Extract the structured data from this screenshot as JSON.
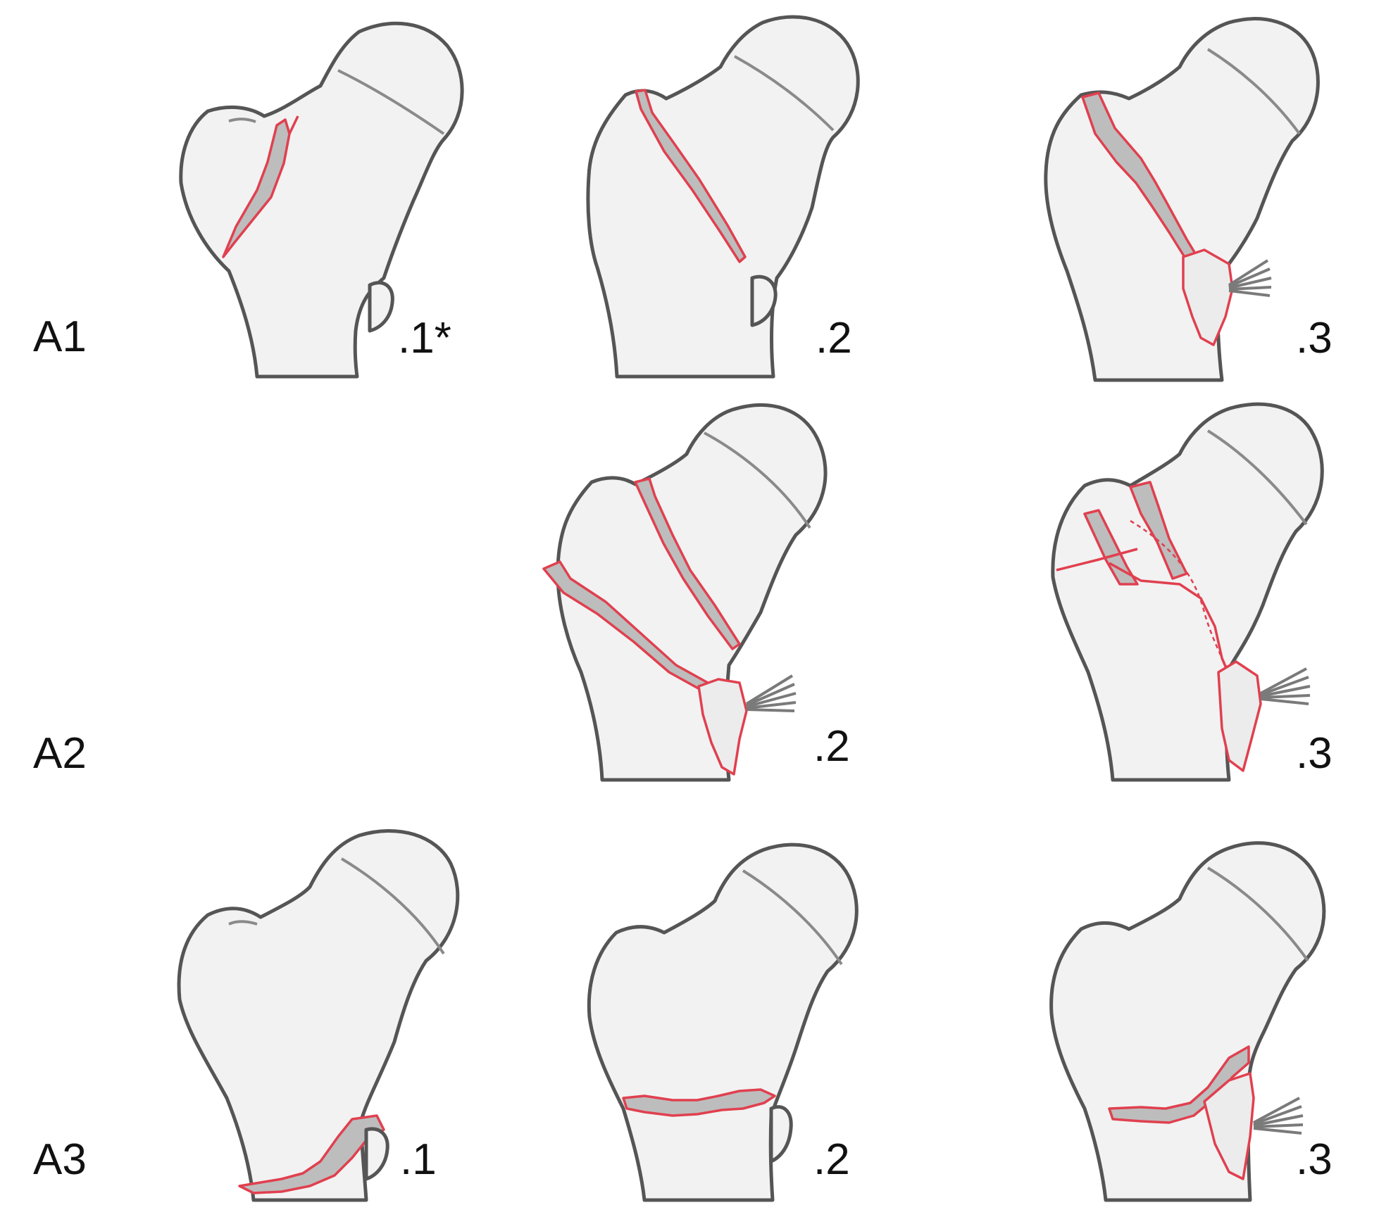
{
  "rows": [
    {
      "label": "A1",
      "subtypes": [
        ".1*",
        ".2",
        ".3"
      ]
    },
    {
      "label": "A2",
      "subtypes": [
        ".2",
        ".3"
      ]
    },
    {
      "label": "A3",
      "subtypes": [
        ".1",
        ".2",
        ".3"
      ]
    }
  ],
  "colors": {
    "bone_fill": "#f2f2f2",
    "bone_outline": "#555555",
    "fracture_line": "#e0404f",
    "fracture_gap": "#bdbdbd"
  }
}
